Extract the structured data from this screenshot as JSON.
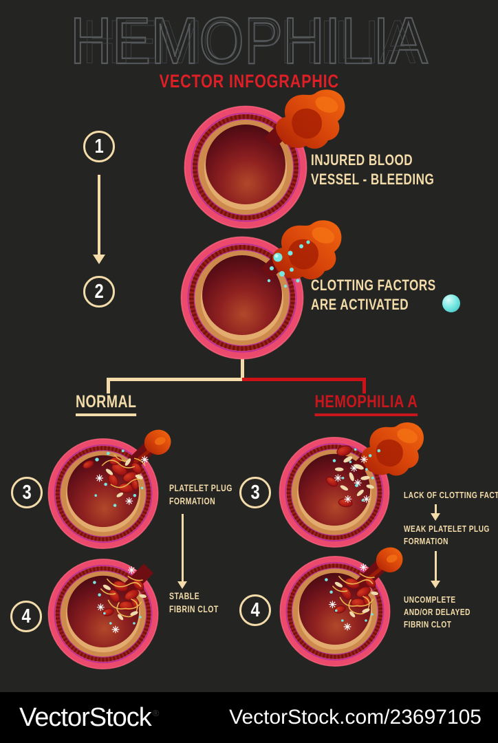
{
  "title": "HEMOPHILIA",
  "subtitle": "VECTOR INFOGRAPHIC",
  "step1": {
    "number": "1",
    "line1": "INJURED BLOOD",
    "line2": "VESSEL - BLEEDING"
  },
  "step2": {
    "number": "2",
    "line1": "CLOTTING FACTORS",
    "line2": "ARE ACTIVATED"
  },
  "branch_normal": {
    "title": "NORMAL",
    "step3": {
      "number": "3",
      "label_line1": "PLATELET PLUG",
      "label_line2": "FORMATION"
    },
    "step4": {
      "number": "4",
      "label_line1": "STABLE",
      "label_line2": "FIBRIN CLOT"
    }
  },
  "branch_hemophilia": {
    "title": "HEMOPHILIA A",
    "step3": {
      "number": "3",
      "label1": "LACK OF CLOTTING FACTOR",
      "label2_line1": "WEAK PLATELET PLUG",
      "label2_line2": "FORMATION"
    },
    "step4": {
      "number": "4",
      "label_line1": "UNCOMPLETE",
      "label_line2": "AND/OR DELAYED",
      "label_line3": "FIBRIN CLOT"
    }
  },
  "footer": {
    "brand": "VectorStock",
    "registered_mark": "®",
    "watermark_url": "VectorStock.com/23697105"
  },
  "icons": {
    "clotting_factor_ball": "cyan-sphere",
    "vessel": "blood-vessel-cross-section"
  },
  "colors": {
    "background": "#242423",
    "cream_accent": "#F3DCA9",
    "red_accent": "#CC1117",
    "subtitle_red": "#DF1F26",
    "title_gray": "#595C5F",
    "vessel_pink": "#EC4A6D",
    "vessel_orange": "#CE8A4D",
    "clotting_factor_cyan": "#76E7E2",
    "footer_bg": "#000000"
  }
}
